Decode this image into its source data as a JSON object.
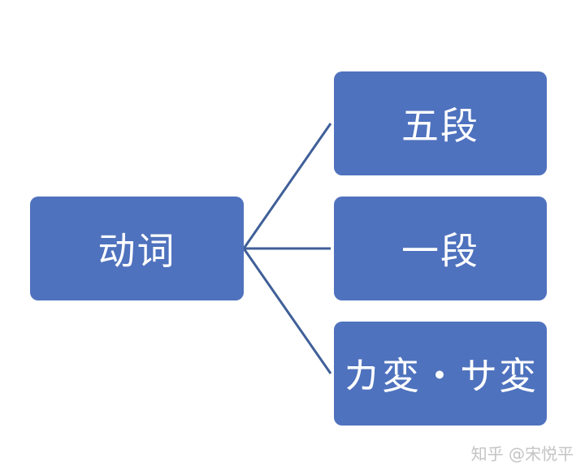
{
  "diagram": {
    "root": {
      "label": "动词"
    },
    "children": [
      {
        "label": "五段"
      },
      {
        "label": "一段"
      },
      {
        "label": "カ変・サ変"
      }
    ]
  },
  "watermark": {
    "text": "知乎 @宋悦平"
  },
  "colors": {
    "node_fill": "#4f72be",
    "connector": "#3f5f98",
    "text": "#ffffff"
  }
}
